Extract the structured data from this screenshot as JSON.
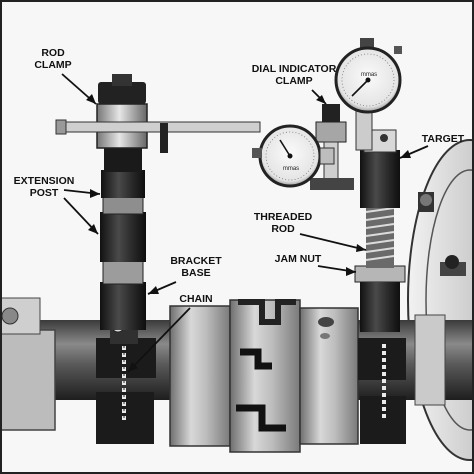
{
  "labels": {
    "rod_clamp_1": "ROD",
    "rod_clamp_2": "CLAMP",
    "extension_post_1": "EXTENSION",
    "extension_post_2": "POST",
    "bracket_base_1": "BRACKET",
    "bracket_base_2": "BASE",
    "chain": "CHAIN",
    "dial_indicator_clamp_1": "DIAL INDICATOR",
    "dial_indicator_clamp_2": "CLAMP",
    "target": "TARGET",
    "threaded_rod_1": "THREADED",
    "threaded_rod_2": "ROD",
    "jam_nut": "JAM NUT"
  },
  "dial_text": {
    "upper": "mmas",
    "lower": "mmas"
  }
}
